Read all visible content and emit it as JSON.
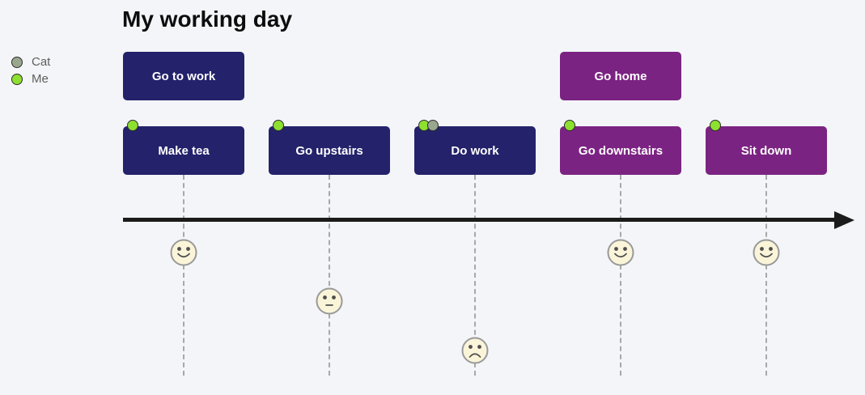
{
  "title": "My working day",
  "legend": {
    "items": [
      {
        "id": "cat",
        "label": "Cat",
        "color": "#9aa78f"
      },
      {
        "id": "me",
        "label": "Me",
        "color": "#8de02f"
      }
    ]
  },
  "colors": {
    "background": "#f4f5f8",
    "navy": "#23226b",
    "purple": "#7b2382",
    "dot_border": "#2e2e2e",
    "axis": "#1b1b1b",
    "dashed_line": "#a8a8a8",
    "face_fill": "#faf5d9",
    "face_stroke": "#999999",
    "face_feature": "#4d4d4d",
    "box_text": "#ffffff"
  },
  "timeline": {
    "top_row_events": [
      {
        "label": "Go to work",
        "color": "navy",
        "column": 0,
        "dots": [],
        "mood": null
      },
      {
        "label": "Go home",
        "color": "purple",
        "column": 3,
        "dots": [],
        "mood": null
      }
    ],
    "bottom_row_events": [
      {
        "label": "Make tea",
        "color": "navy",
        "column": 0,
        "dots": [
          "me"
        ],
        "mood": "happy"
      },
      {
        "label": "Go upstairs",
        "color": "navy",
        "column": 1,
        "dots": [
          "me"
        ],
        "mood": "neutral"
      },
      {
        "label": "Do work",
        "color": "navy",
        "column": 2,
        "dots": [
          "me",
          "cat"
        ],
        "mood": "sad"
      },
      {
        "label": "Go downstairs",
        "color": "purple",
        "column": 3,
        "dots": [
          "me"
        ],
        "mood": "happy"
      },
      {
        "label": "Sit down",
        "color": "purple",
        "column": 4,
        "dots": [
          "me"
        ],
        "mood": "happy"
      }
    ]
  }
}
